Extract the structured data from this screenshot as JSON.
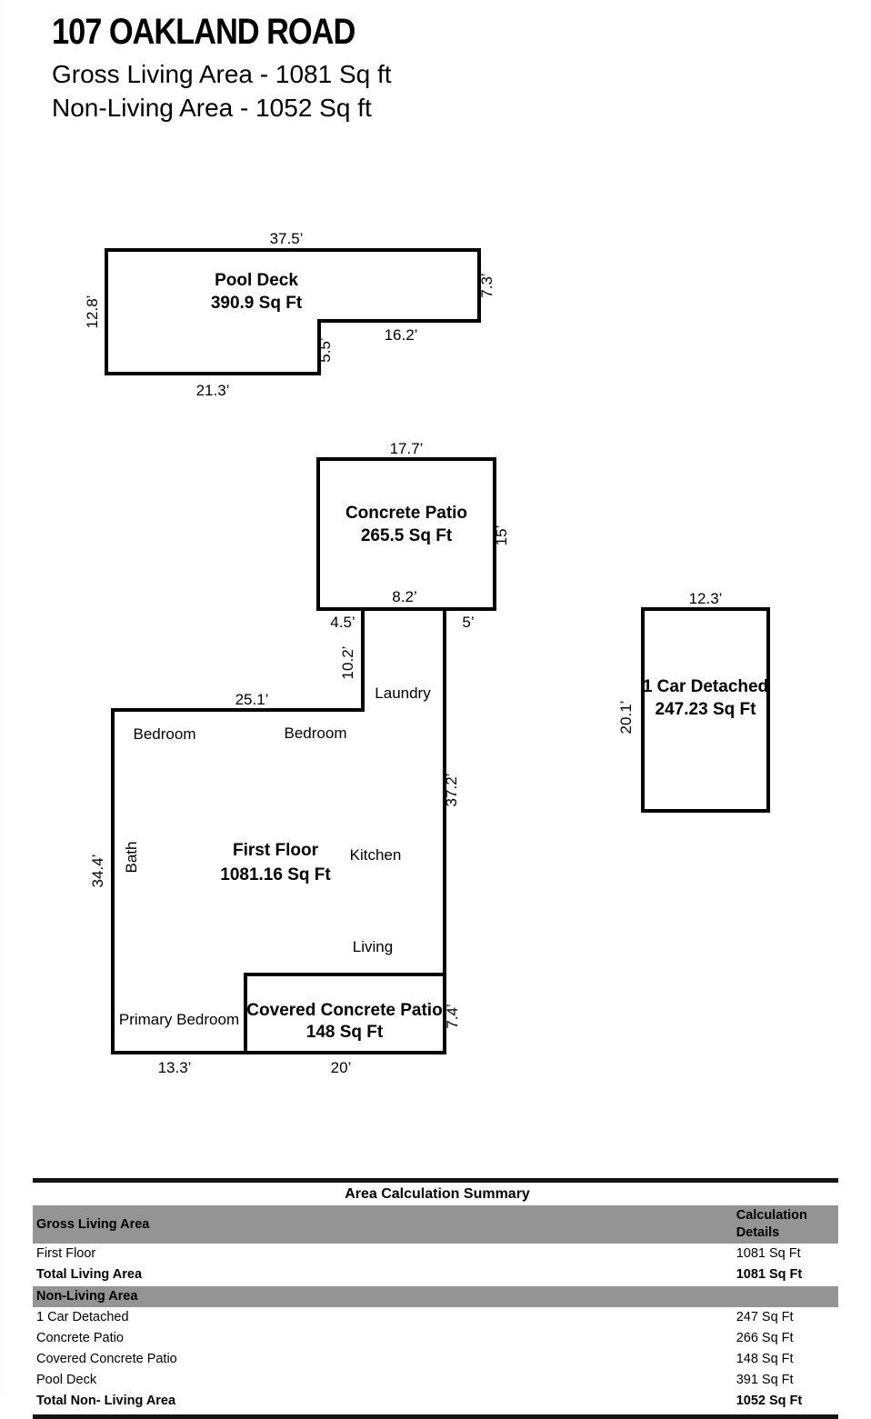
{
  "header": {
    "title": "107 OAKLAND ROAD",
    "gross_living": "Gross Living Area - 1081 Sq ft",
    "non_living": "Non-Living Area - 1052 Sq ft"
  },
  "sketch": {
    "pool_deck": {
      "name": "Pool Deck",
      "area": "390.9 Sq Ft",
      "dims": {
        "top": "37.5’",
        "left": "12.8’",
        "bottom": "21.3’",
        "right": "7.3’",
        "notch_vertical": "5.5’",
        "notch_horizontal": "16.2’"
      }
    },
    "concrete_patio": {
      "name": "Concrete Patio",
      "area": "265.5 Sq Ft",
      "dims": {
        "top": "17.7’",
        "right": "15’",
        "bottom": "8.2’"
      }
    },
    "garage": {
      "name": "1 Car Detached",
      "area": "247.23 Sq Ft",
      "dims": {
        "top": "12.3’",
        "left": "20.1’"
      }
    },
    "first_floor": {
      "name": "First Floor",
      "area": "1081.16 Sq Ft",
      "dims": {
        "top": "25.1’",
        "left": "34.4’",
        "right": "37.2’",
        "bottom_left": "13.3’",
        "bottom_right": "20’",
        "patio_right": "7.4’",
        "laundry_left": "10.2’",
        "laundry_offset_left": "4.5’",
        "laundry_offset_right": "5’"
      },
      "rooms": [
        "Bedroom",
        "Bedroom",
        "Laundry",
        "Bath",
        "Kitchen",
        "Living",
        "Primary Bedroom"
      ]
    },
    "covered_patio": {
      "name": "Covered Concrete Patio",
      "area": "148 Sq Ft"
    }
  },
  "summary": {
    "title": "Area Calculation Summary",
    "band_gross": "Gross Living Area",
    "band_details": "Calculation Details",
    "band_nonliving": "Non-Living Area",
    "gross_rows": [
      {
        "label": "First Floor",
        "value": "1081 Sq Ft"
      },
      {
        "label": "Total Living Area",
        "value": "1081 Sq Ft"
      }
    ],
    "nonliving_rows": [
      {
        "label": "1 Car Detached",
        "value": "247 Sq Ft"
      },
      {
        "label": "Concrete Patio",
        "value": "266 Sq Ft"
      },
      {
        "label": "Covered Concrete Patio",
        "value": "148 Sq Ft"
      },
      {
        "label": "Pool Deck",
        "value": "391 Sq Ft"
      },
      {
        "label": "Total Non- Living Area",
        "value": "1052 Sq Ft"
      }
    ]
  },
  "colors": {
    "band": "#949494",
    "rule": "#141414",
    "wall": "#000000"
  }
}
